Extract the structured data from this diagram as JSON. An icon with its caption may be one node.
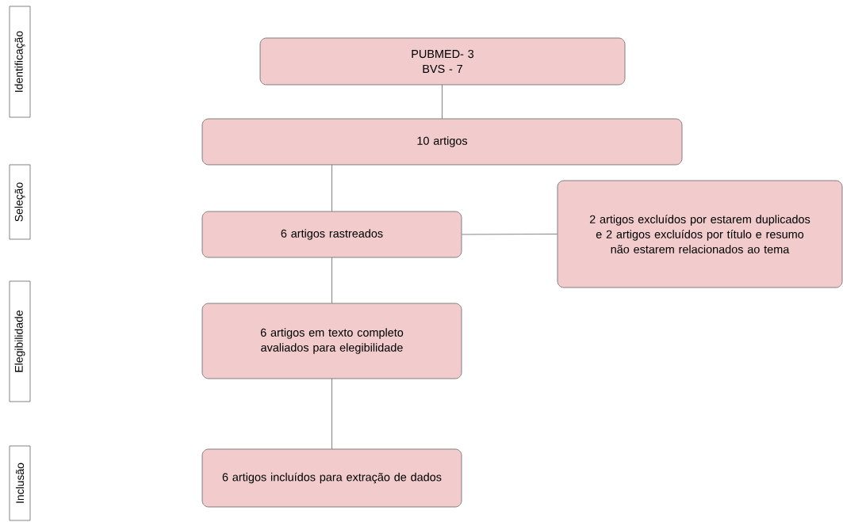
{
  "diagram": {
    "nodes": [
      {
        "text": [
          "Identificação"
        ]
      },
      {
        "text": [
          "Seleção"
        ]
      },
      {
        "text": [
          "Elegibilidade"
        ]
      },
      {
        "text": [
          "Inclusão"
        ]
      },
      {
        "text": [
          "PUBMED- 3",
          "BVS - 7"
        ]
      },
      {
        "text": [
          "10 artigos"
        ]
      },
      {
        "text": [
          "6 artigos rastreados"
        ]
      },
      {
        "text": [
          "2 artigos excluídos por estarem duplicados  e 2 artigos excluídos por título e resumo não estarem relacionados ao tema"
        ]
      },
      {
        "text": [
          "6 artigos em texto completo avaliados para elegibilidade"
        ]
      },
      {
        "text": [
          "6 artigos incluídos para extração de dados"
        ]
      }
    ],
    "edges": [
      {
        "from": 4,
        "to": 5,
        "arrow": "none"
      },
      {
        "from": 5,
        "to": 6,
        "arrow": "none"
      },
      {
        "from": 6,
        "to": 7,
        "arrow": "none"
      },
      {
        "from": 6,
        "to": 8,
        "arrow": "none"
      },
      {
        "from": 8,
        "to": 9,
        "arrow": "none"
      }
    ]
  }
}
